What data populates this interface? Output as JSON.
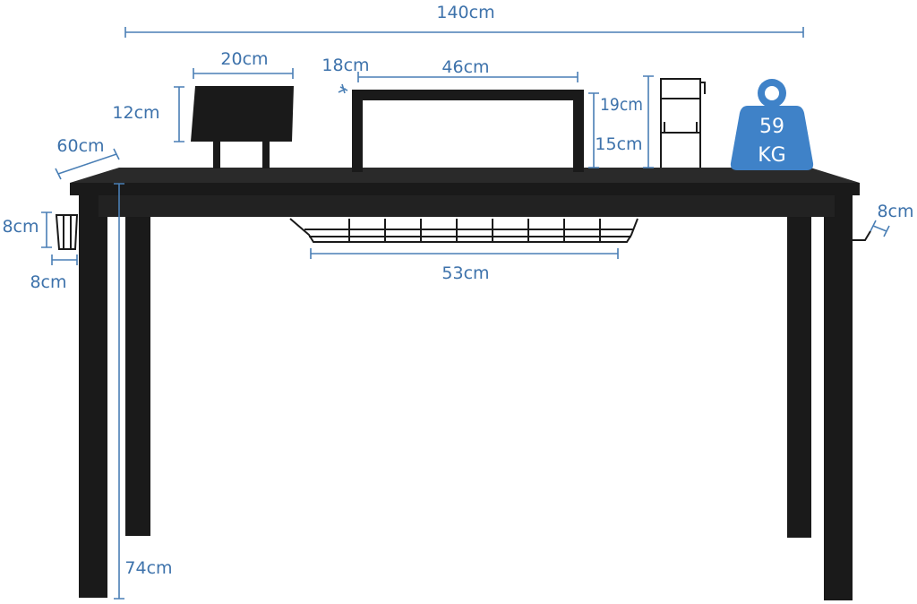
{
  "dimensions": {
    "desk_width": "140cm",
    "desk_depth": "60cm",
    "desk_height": "74cm",
    "book_stand_width": "20cm",
    "book_stand_height": "12cm",
    "monitor_stand_depth": "18cm",
    "monitor_stand_width": "46cm",
    "headphone_holder_height": "19cm",
    "monitor_stand_height": "15cm",
    "cup_holder_height": "8cm",
    "cup_holder_width": "8cm",
    "hook_size": "8cm",
    "basket_width": "53cm"
  },
  "load_capacity": {
    "value": "59",
    "unit": "KG"
  },
  "colors": {
    "accent": "#4a7fb5",
    "weight_badge": "#3f82c8",
    "desk": "#1a1a1a"
  }
}
